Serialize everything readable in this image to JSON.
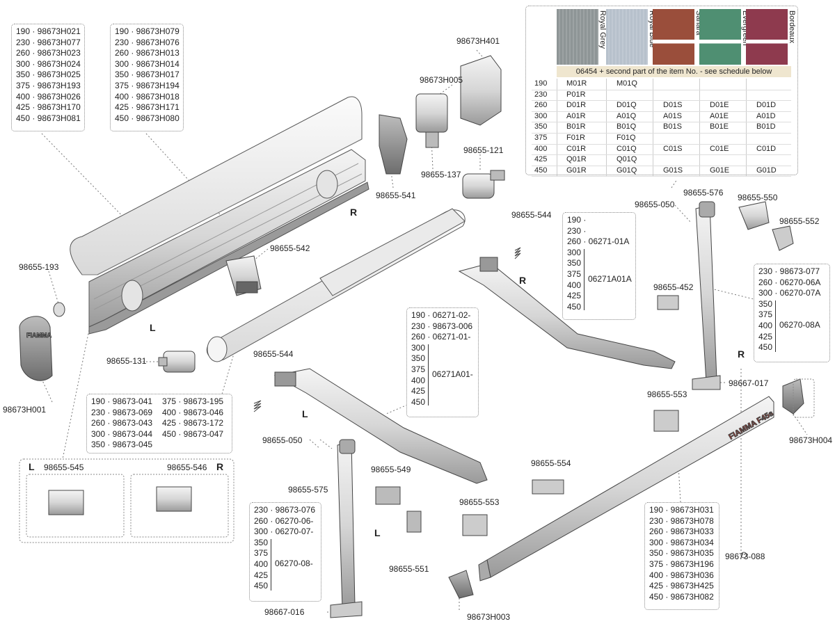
{
  "labels": {
    "p98673H401": "98673H401",
    "p98673H005": "98673H005",
    "p98655_121": "98655-121",
    "p98655_137": "98655-137",
    "p98655_541": "98655-541",
    "p98655_542": "98655-542",
    "p98655_193": "98655-193",
    "p98673H001": "98673H001",
    "p98655_131": "98655-131",
    "p98655_544a": "98655-544",
    "p98655_544b": "98655-544",
    "p98655_576": "98655-576",
    "p98655_550": "98655-550",
    "p98655_552": "98655-552",
    "p98655_050a": "98655-050",
    "p98655_050b": "98655-050",
    "p98655_452": "98655-452",
    "p98667_017": "98667-017",
    "p98655_553a": "98655-553",
    "p98655_553b": "98655-553",
    "p98673H004": "98673H004",
    "p98655_554": "98655-554",
    "p98655_575": "98655-575",
    "p98655_549": "98655-549",
    "p98655_551": "98655-551",
    "p98673H003": "98673H003",
    "p98667_016": "98667-016",
    "p98673_088": "98673-088",
    "p98655_545": "98655-545",
    "p98655_546": "98655-546",
    "R1": "R",
    "L1": "L",
    "R2": "R",
    "L2": "L",
    "R3": "R",
    "L3": "L",
    "Lk": "L",
    "Rk": "R"
  },
  "box_cover": [
    "190 · 98673H021",
    "230 · 98673H077",
    "260 · 98673H023",
    "300 · 98673H024",
    "350 · 98673H025",
    "375 · 98673H193",
    "400 · 98673H026",
    "425 · 98673H170",
    "450 · 98673H081"
  ],
  "box_profile": [
    "190 · 98673H079",
    "230 · 98673H076",
    "260 · 98673H013",
    "300 · 98673H014",
    "350 · 98673H017",
    "375 · 98673H194",
    "400 · 98673H018",
    "425 · 98673H171",
    "450 · 98673H080"
  ],
  "box_tube": {
    "left": [
      "190 · 98673-041",
      "230 · 98673-069",
      "260 · 98673-043",
      "300 · 98673-044",
      "350 · 98673-045"
    ],
    "right": [
      "375 · 98673-195",
      "400 · 98673-046",
      "425 · 98673-172",
      "450 · 98673-047"
    ]
  },
  "box_arm_r": {
    "top": [
      "190 ·",
      "230 ·",
      "260 · 06271-01A"
    ],
    "group": [
      "300",
      "350",
      "375",
      "400",
      "425",
      "450"
    ],
    "group_code": "06271A01A"
  },
  "box_arm_l": {
    "top": [
      "190 · 06271-02-",
      "230 · 98673-006",
      "260 · 06271-01-"
    ],
    "group": [
      "300",
      "350",
      "375",
      "400",
      "425",
      "450"
    ],
    "group_code": "06271A01-"
  },
  "box_leg_r": {
    "top": [
      "230 · 98673-077",
      "260 · 06270-06A",
      "300 · 06270-07A"
    ],
    "group": [
      "350",
      "375",
      "400",
      "425",
      "450"
    ],
    "group_code": "06270-08A"
  },
  "box_leg_l": {
    "top": [
      "230 · 98673-076",
      "260 · 06270-06-",
      "300 · 06270-07-"
    ],
    "group": [
      "350",
      "375",
      "400",
      "425",
      "450"
    ],
    "group_code": "06270-08-"
  },
  "box_front": [
    "190 · 98673H031",
    "230 · 98673H078",
    "260 · 98673H033",
    "300 · 98673H034",
    "350 · 98673H035",
    "375 · 98673H196",
    "400 · 98673H036",
    "425 · 98673H425",
    "450 · 98673H082"
  ],
  "colors_table": {
    "colors": [
      {
        "name": "Royal Grey",
        "hex": "#8e9596"
      },
      {
        "name": "Royal Blue",
        "hex": "#b7c1cc"
      },
      {
        "name": "Sahara",
        "hex": "#9a4e3b"
      },
      {
        "name": "Evergreen",
        "hex": "#4f8f72"
      },
      {
        "name": "Bordeaux",
        "hex": "#8e3a4e"
      }
    ],
    "header": "06454 + second part of the item No. - see schedule below",
    "rows": [
      [
        "190",
        "M01R",
        "M01Q",
        "",
        "",
        ""
      ],
      [
        "230",
        "P01R",
        "",
        "",
        "",
        ""
      ],
      [
        "260",
        "D01R",
        "D01Q",
        "D01S",
        "D01E",
        "D01D"
      ],
      [
        "300",
        "A01R",
        "A01Q",
        "A01S",
        "A01E",
        "A01D"
      ],
      [
        "350",
        "B01R",
        "B01Q",
        "B01S",
        "B01E",
        "B01D"
      ],
      [
        "375",
        "F01R",
        "F01Q",
        "",
        "",
        ""
      ],
      [
        "400",
        "C01R",
        "C01Q",
        "C01S",
        "C01E",
        "C01D"
      ],
      [
        "425",
        "Q01R",
        "Q01Q",
        "",
        "",
        ""
      ],
      [
        "450",
        "G01R",
        "G01Q",
        "G01S",
        "G01E",
        "G01D"
      ]
    ]
  },
  "brand": "FIAMMA",
  "model": "F45s"
}
